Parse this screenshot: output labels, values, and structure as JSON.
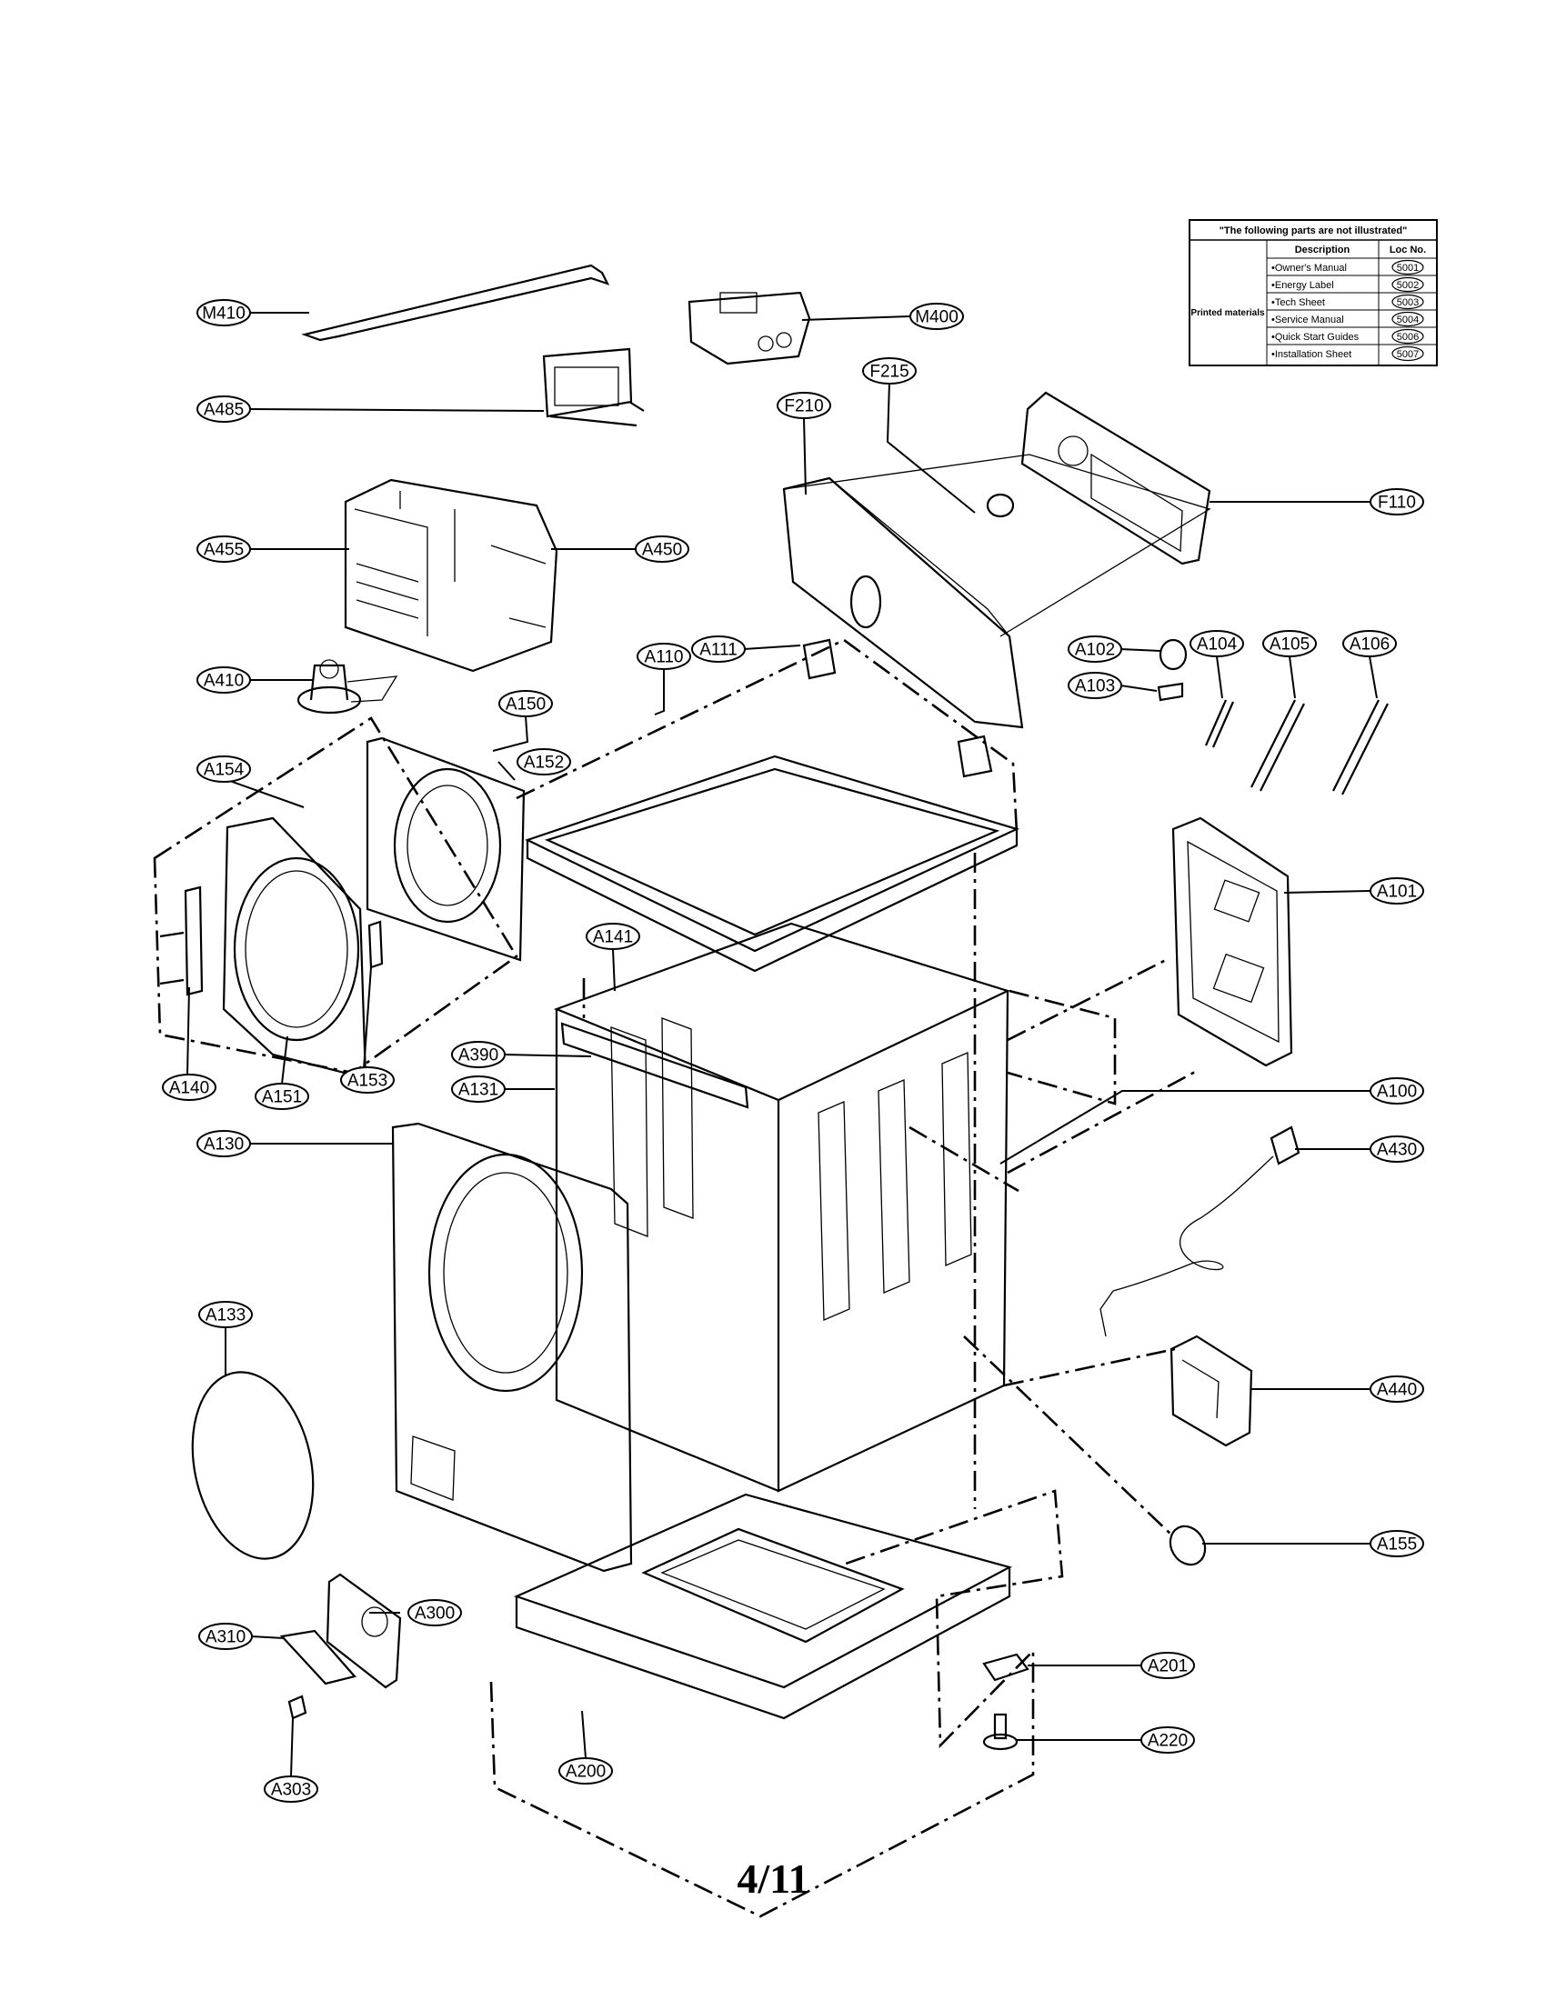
{
  "parts_table": {
    "title": "\"The following parts are not illustrated\"",
    "header_description": "Description",
    "header_loc": "Loc No.",
    "group_label": "Printed materials",
    "rows": [
      {
        "desc": "•Owner's Manual",
        "loc": "5001"
      },
      {
        "desc": "•Energy Label",
        "loc": "5002"
      },
      {
        "desc": "•Tech Sheet",
        "loc": "5003"
      },
      {
        "desc": "•Service Manual",
        "loc": "5004"
      },
      {
        "desc": "•Quick Start Guides",
        "loc": "5006"
      },
      {
        "desc": "•Installation Sheet",
        "loc": "5007"
      }
    ]
  },
  "callouts": {
    "M410": "M410",
    "M400": "M400",
    "A485": "A485",
    "F215": "F215",
    "F210": "F210",
    "F110": "F110",
    "A455": "A455",
    "A450": "A450",
    "A410": "A410",
    "A110": "A110",
    "A111": "A111",
    "A102": "A102",
    "A103": "A103",
    "A104": "A104",
    "A105": "A105",
    "A106": "A106",
    "A150": "A150",
    "A152": "A152",
    "A154": "A154",
    "A101": "A101",
    "A141": "A141",
    "A390": "A390",
    "A131": "A131",
    "A140": "A140",
    "A151": "A151",
    "A153": "A153",
    "A100": "A100",
    "A130": "A130",
    "A430": "A430",
    "A133": "A133",
    "A440": "A440",
    "A155": "A155",
    "A300": "A300",
    "A310": "A310",
    "A201": "A201",
    "A303": "A303",
    "A200": "A200",
    "A220": "A220"
  },
  "page_number": "4/11"
}
